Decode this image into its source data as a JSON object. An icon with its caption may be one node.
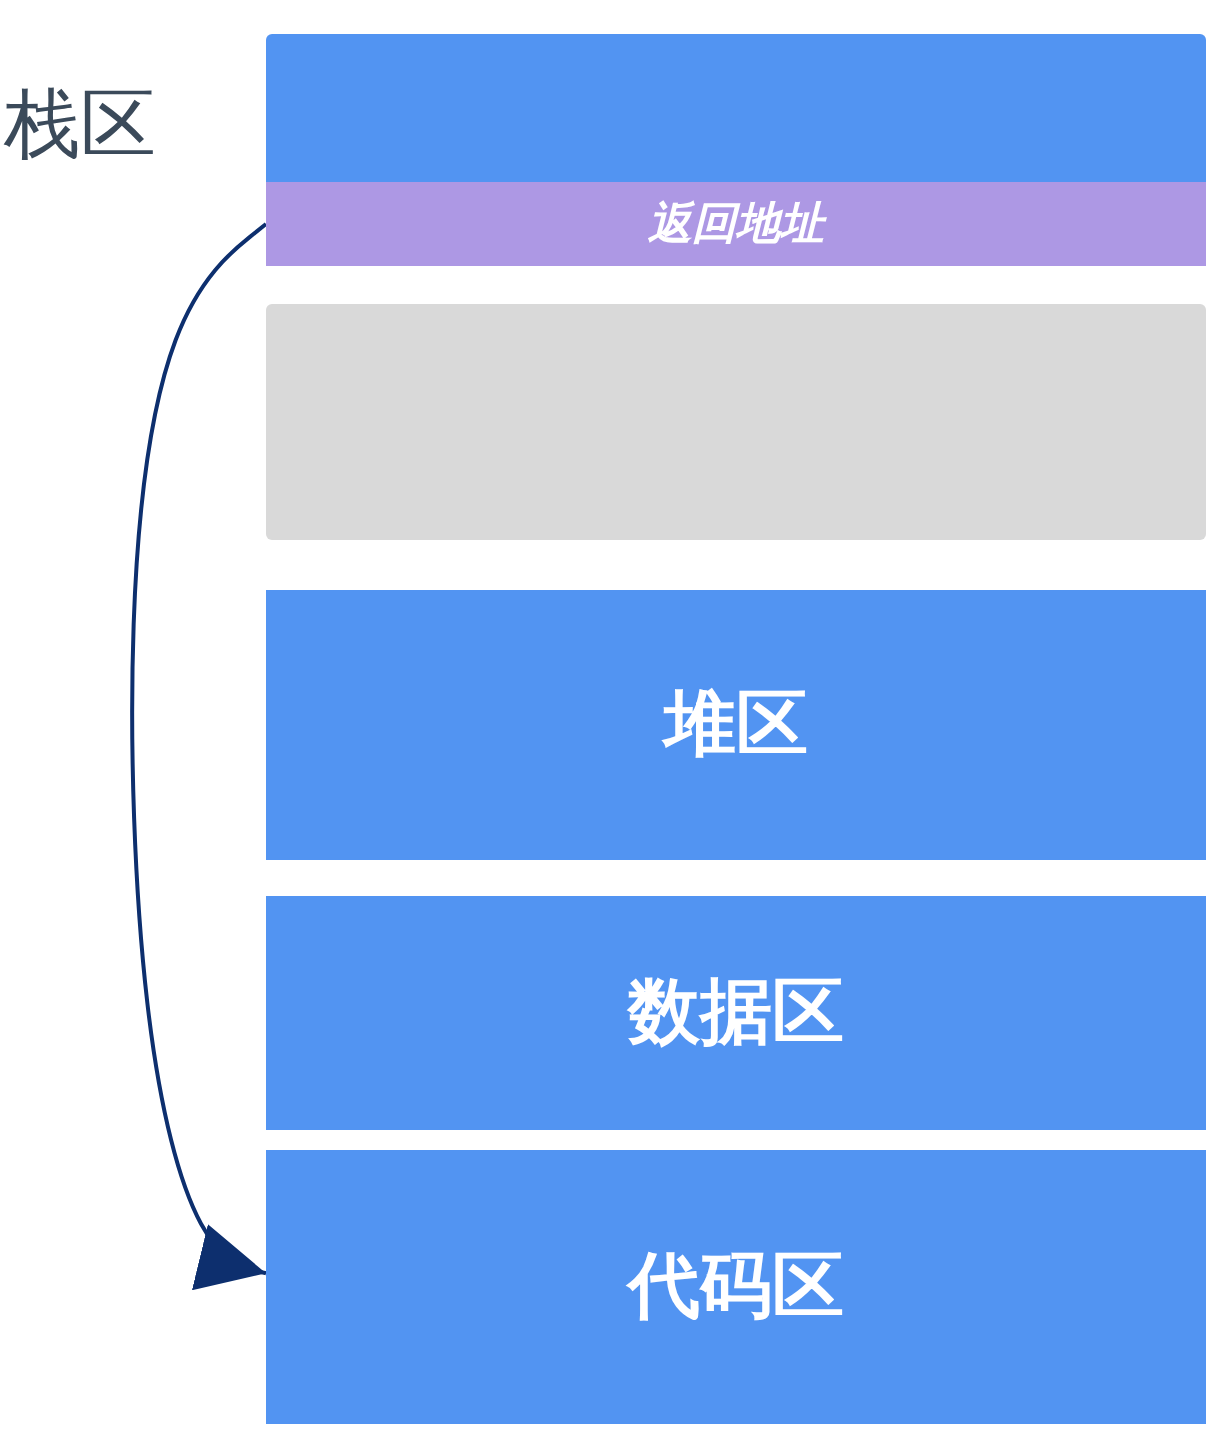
{
  "diagram": {
    "nodes": [
      {
        "text": [],
        "shape": "box",
        "beside": [
          "栈区"
        ]
      },
      {
        "text": [
          "返回地址"
        ],
        "in": 0
      },
      {
        "text": [],
        "shape": "box"
      },
      {
        "text": [
          "堆区"
        ]
      },
      {
        "text": [
          "数据区"
        ]
      },
      {
        "text": [
          "代码区"
        ]
      }
    ],
    "edges": [
      {
        "from": 1,
        "to": 5,
        "arrow": "to"
      }
    ]
  }
}
